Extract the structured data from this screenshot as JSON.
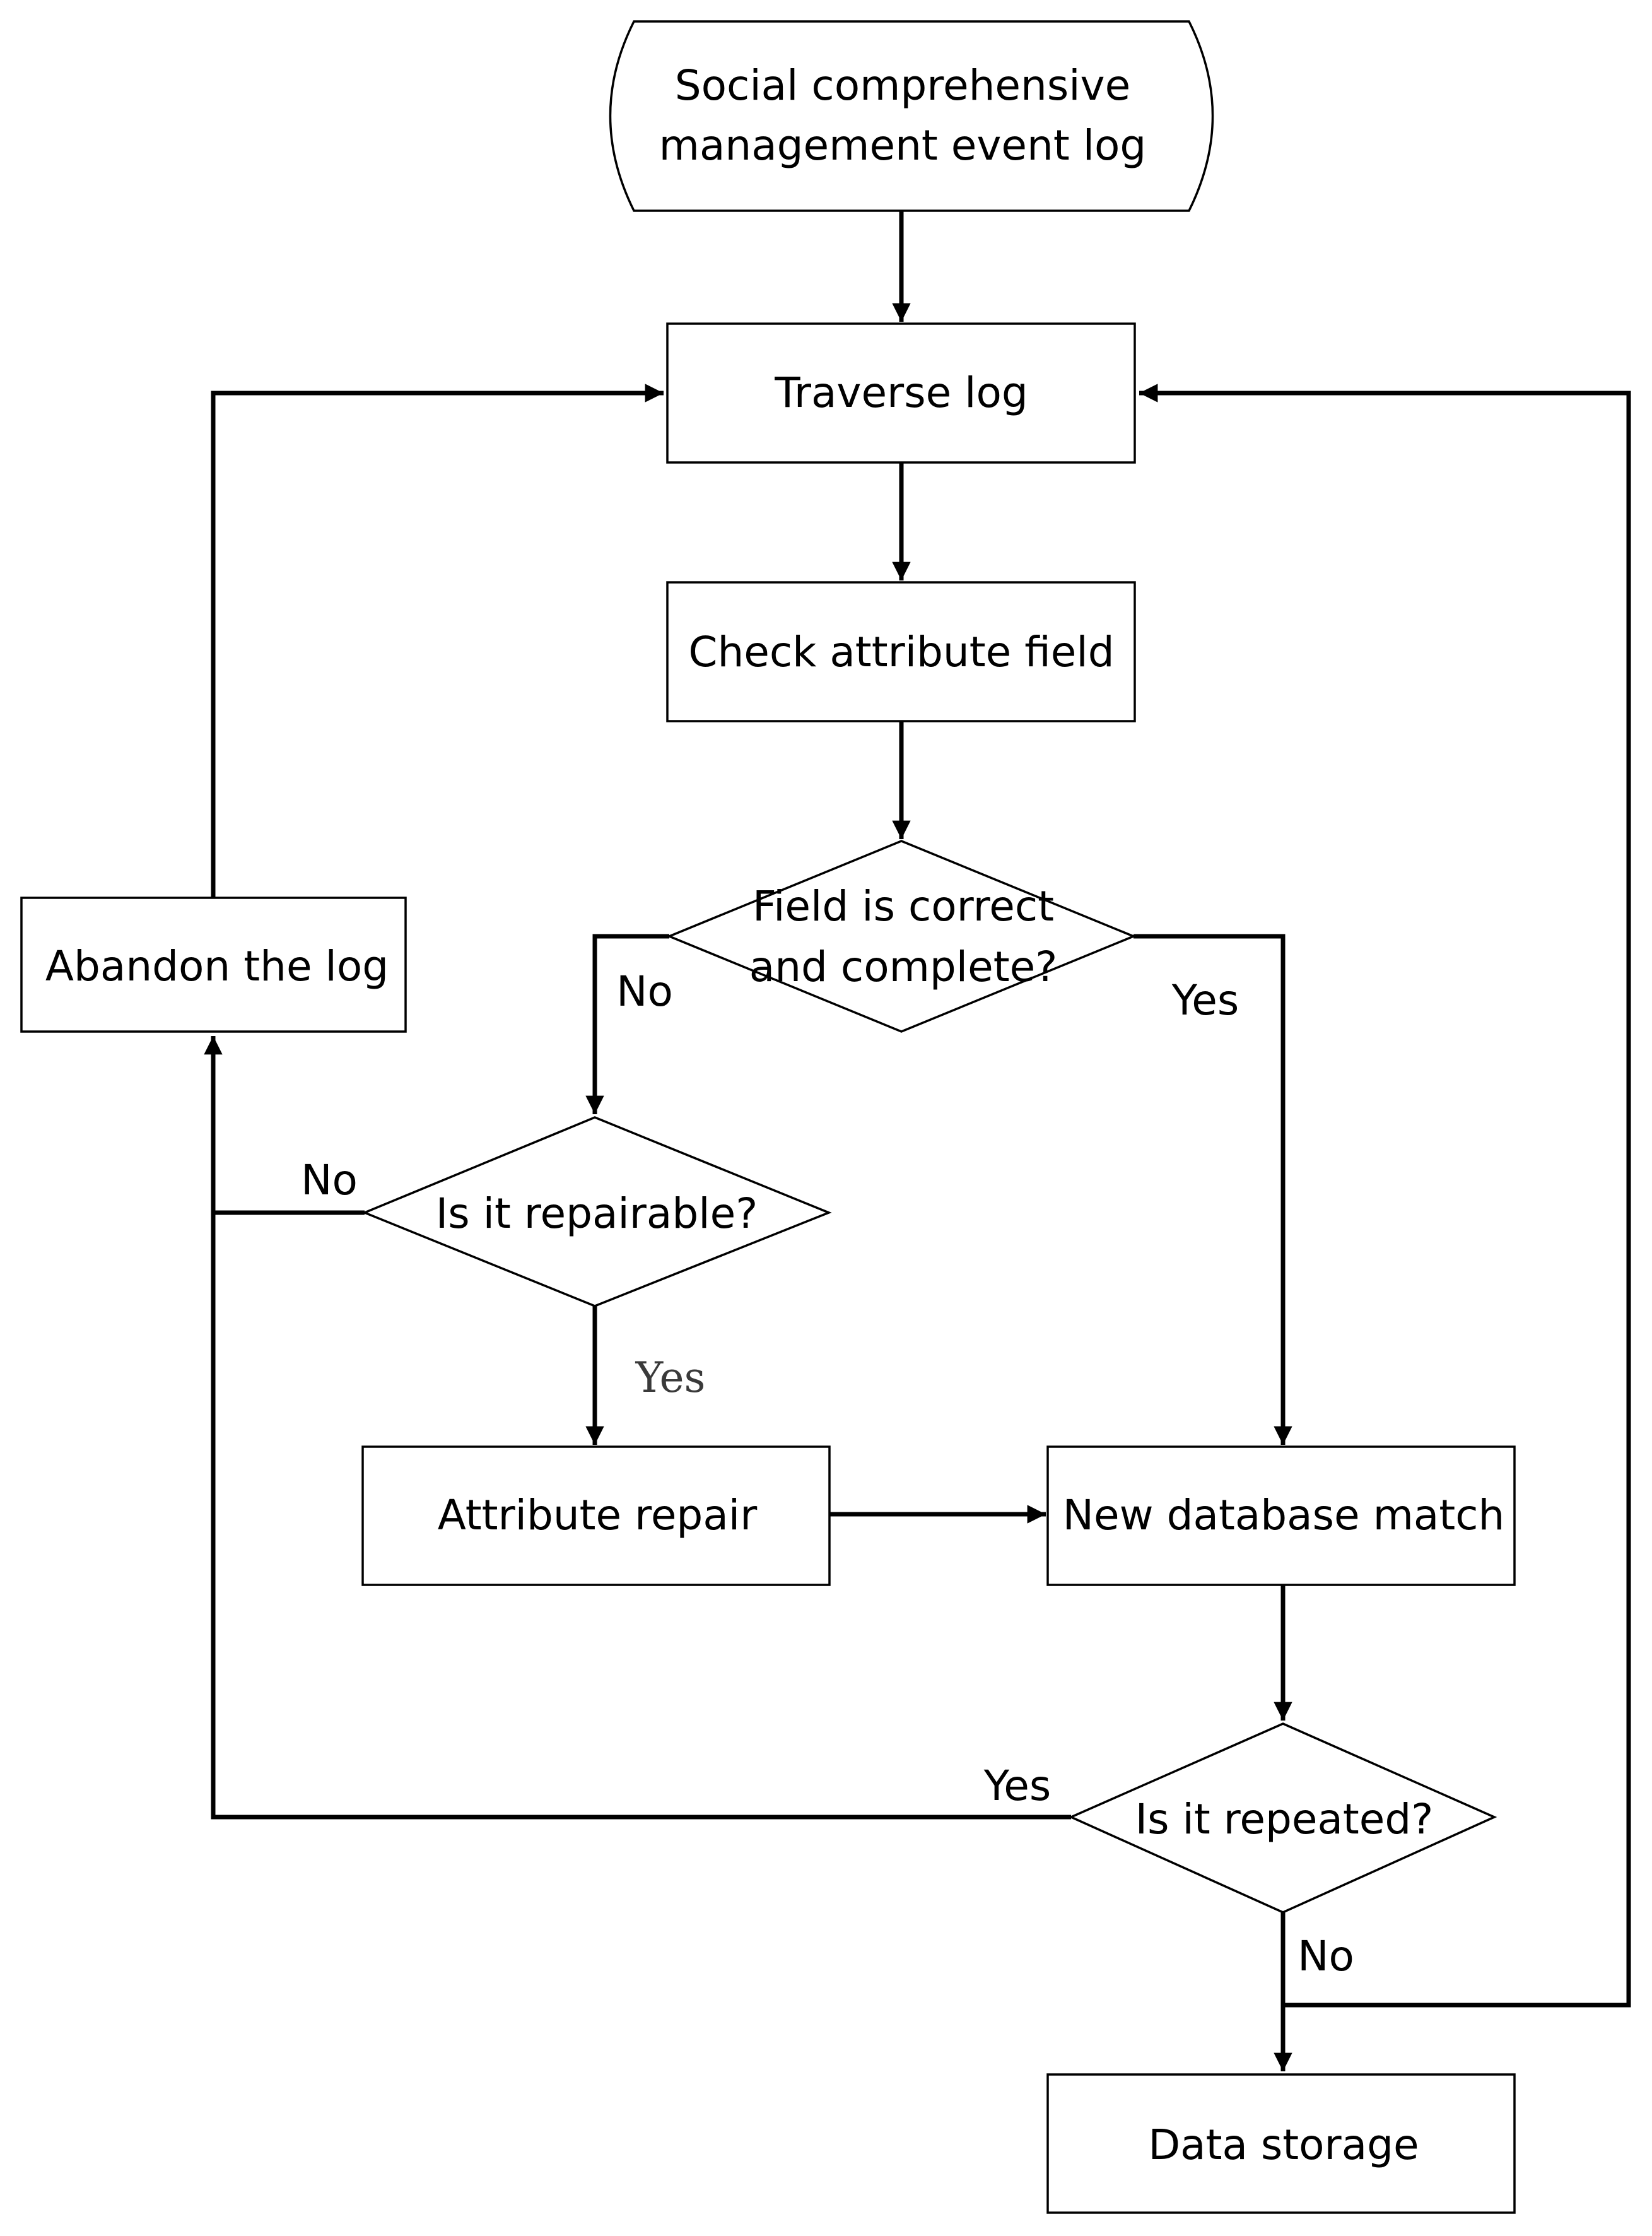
{
  "nodes": {
    "event_log": [
      "Social comprehensive",
      "management event log"
    ],
    "traverse_log": "Traverse log",
    "check_attribute": "Check attribute field",
    "field_correct": [
      "Field is correct",
      "and complete?"
    ],
    "abandon_log": "Abandon the log",
    "is_repairable": "Is it repairable?",
    "attribute_repair": "Attribute repair",
    "new_database_match": "New database match",
    "is_repeated": "Is it repeated?",
    "data_storage": "Data storage"
  },
  "edge_labels": {
    "field_no": "No",
    "field_yes": "Yes",
    "repairable_no": "No",
    "repairable_yes": "Yes",
    "repeated_yes": "Yes",
    "repeated_no": "No"
  }
}
